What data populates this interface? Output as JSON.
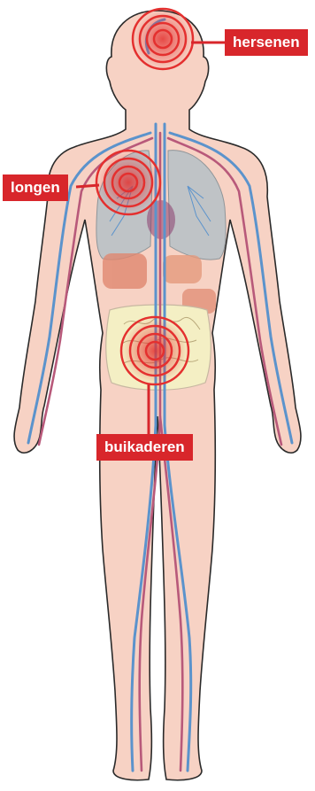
{
  "labels": {
    "brain": "hersenen",
    "lungs": "longen",
    "abdominal_arteries": "buikaderen"
  },
  "colors": {
    "skin": "#f7d2c4",
    "outline": "#2a2a2a",
    "artery": "#b8597a",
    "vein": "#5b93cc",
    "label_bg": "#d8262b",
    "label_text": "#ffffff",
    "target": "#e4302f",
    "lung": "#bfc3c6",
    "intestine": "#f4efc4"
  }
}
